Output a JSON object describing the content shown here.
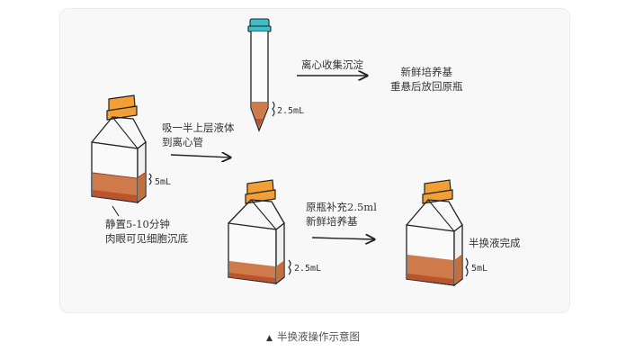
{
  "labels": {
    "wait": "静置5-10分钟",
    "wait_detail": "肉眼可见细胞沉底",
    "aspirate_line1": "吸一半上层液体",
    "aspirate_line2": "到离心管",
    "centrifuge": "离心收集沉淀",
    "resuspend_line1": "新鲜培养基",
    "resuspend_line2": "重悬后放回原瓶",
    "refill_line1": "原瓶补充2.5ml",
    "refill_line2": "新鲜培养基",
    "complete": "半换液完成"
  },
  "volumes": {
    "flask_start": "5mL",
    "tube": "2.5mL",
    "flask_half": "2.5mL",
    "flask_final": "5mL"
  },
  "caption": {
    "marker": "▲",
    "text": "半换液操作示意图"
  },
  "colors": {
    "cap": "#f2a036",
    "medium": "#cf7a4a",
    "sediment": "#b9542c",
    "tube_cap": "#3dbfc9",
    "outline": "#222222"
  }
}
